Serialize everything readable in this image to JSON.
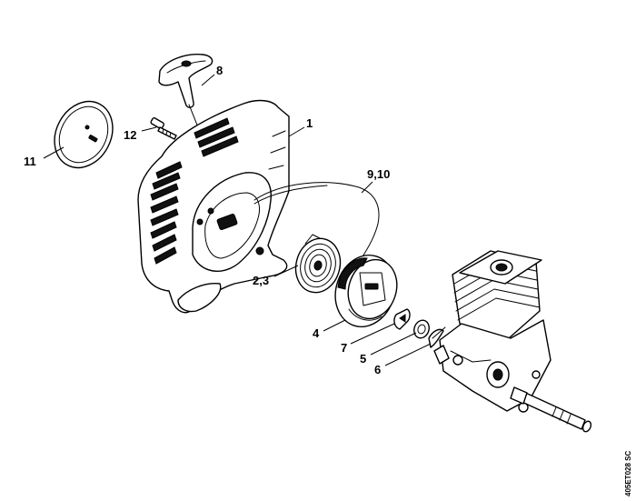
{
  "callouts": {
    "c1": "1",
    "c8": "8",
    "c12": "12",
    "c11": "11",
    "c910": "9,10",
    "c23": "2,3",
    "c4": "4",
    "c7": "7",
    "c5": "5",
    "c6": "6"
  },
  "drawing_code": "405ET028 SC"
}
